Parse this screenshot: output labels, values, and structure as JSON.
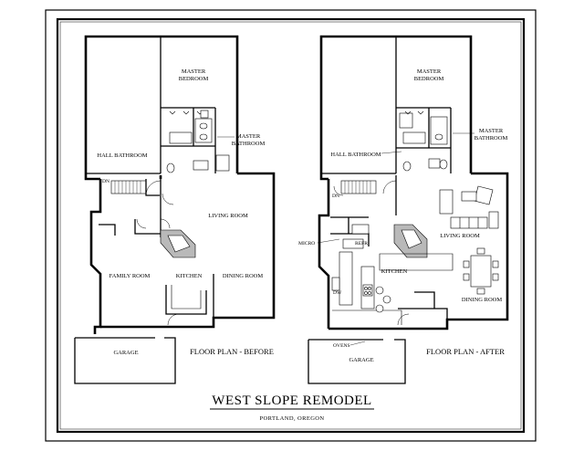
{
  "sheet": {
    "title": "WEST SLOPE REMODEL",
    "subtitle": "PORTLAND, OREGON"
  },
  "before": {
    "plan_title": "FLOOR PLAN - BEFORE",
    "rooms": {
      "master_bedroom": [
        "MASTER",
        "BEDROOM"
      ],
      "master_bathroom": [
        "MASTER",
        "BATHROOM"
      ],
      "hall_bathroom": "HALL BATHROOM",
      "stair_dn": "DN",
      "living_room": "LIVING ROOM",
      "family_room": "FAMILY ROOM",
      "kitchen": "KITCHEN",
      "dining_room": "DINING ROOM",
      "garage": "GARAGE"
    }
  },
  "after": {
    "plan_title": "FLOOR PLAN - AFTER",
    "rooms": {
      "master_bedroom": [
        "MASTER",
        "BEDROOM"
      ],
      "master_bathroom": [
        "MASTER",
        "BATHROOM"
      ],
      "hall_bathroom": "HALL BATHROOM",
      "stair_dn": "DN",
      "living_room": "LIVING ROOM",
      "kitchen": "KITCHEN",
      "dining_room": "DINING ROOM",
      "garage": "GARAGE",
      "micro": "MICRO",
      "ovens": "OVENS",
      "refr": "REFR",
      "dw": "DW"
    }
  }
}
